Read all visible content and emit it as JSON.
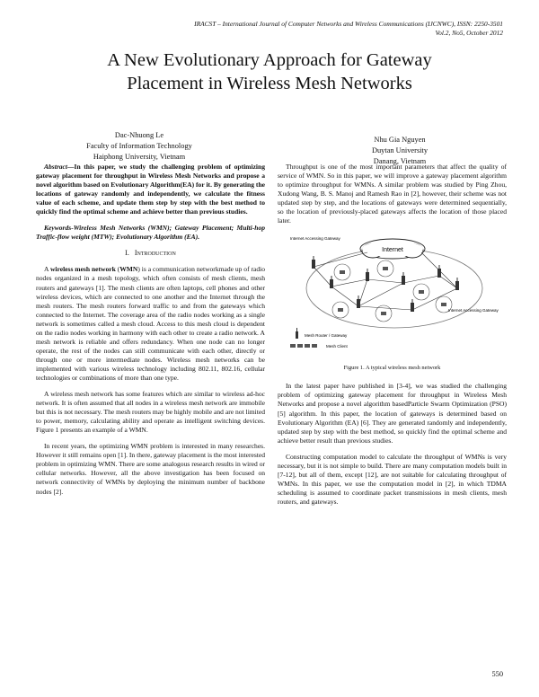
{
  "header": {
    "line1": "IRACST – International Journal of Computer Networks and Wireless Communications (IJCNWC), ISSN: 2250-3501",
    "line2": "Vol.2, No5, October 2012"
  },
  "title": {
    "line1": "A New Evolutionary Approach for Gateway",
    "line2": "Placement in Wireless Mesh Networks"
  },
  "authors": [
    {
      "name": "Dac-Nhuong Le",
      "affil1": "Faculty of Information Technology",
      "affil2": "Haiphong University, Vietnam"
    },
    {
      "name": "Nhu Gia Nguyen",
      "affil1": "Duytan University",
      "affil2": "Danang, Vietnam"
    }
  ],
  "abstract": {
    "label": "Abstract",
    "text": "—In this paper, we study the challenging problem of optimizing gateway placement for throughput in Wireless Mesh Networks and propose a novel algorithm based on Evolutionary Algorithm(EA) for it. By generating the locations of gateway randomly and independently, we calculate the fitness value of each scheme, and update them step by step with the best method to quickly find the optimal scheme and achieve better than previous studies."
  },
  "keywords": "Keywords-Wireless Mesh Networks (WMN); Gateway Placement; Multi-hop Traffic-flow weight (MTW); Evolutionary Algorithm (EA).",
  "section1": {
    "num": "I.",
    "title": "Introduction"
  },
  "intro_p1": {
    "lead": "A ",
    "bold": "wireless mesh network",
    "bold2": "WMN",
    "rest": " is a communication networkmade up of radio nodes organized in a mesh topology, which often consists of mesh clients, mesh routers and gateways [1]. The mesh clients are often laptops, cell phones and other wireless devices, which are connected to one another and the Internet through the mesh routers. The mesh routers forward traffic to and from the gateways which connected to the Internet. The coverage area of the radio nodes working as a single network is sometimes called a mesh cloud. Access to this mesh cloud is dependent on the radio nodes working in harmony with each other to create a radio network. A mesh network is reliable and offers redundancy. When one node can no longer operate, the rest of the nodes can still communicate with each other, directly or through one or more intermediate nodes. Wireless mesh networks can be implemented with various wireless technology including 802.11, 802.16, cellular technologies or combinations of more than one type."
  },
  "intro_p2": "A wireless mesh network has some features which are similar to wireless ad-hoc network. It is often assumed that all nodes in a wireless mesh network are immobile but this is not necessary. The mesh routers may be highly mobile and are not limited to power, memory, calculating ability and operate as intelligent switching devices. Figure 1 presents an example of a WMN.",
  "intro_p3": "In recent years, the optimizing WMN problem is interested in many researches. However it still remains open [1]. In there, gateway placement is the most interested problem in optimizing WMN. There are some analogous research results in wired or cellular networks. However, all the above investigation has been focused on network connectivity of WMNs by deploying the minimum number of backbone nodes [2].",
  "right_p1": "Throughput is one of the most important parameters that affect the quality of service of WMN. So in this paper, we will improve a gateway placement algorithm to optimize throughput for WMNs. A similar problem was studied by Ping Zhou, Xudong Wang, B. S. Manoj and Ramesh Rao in [2], however, their scheme was not updated step by step, and the locations of gateways were determined sequentially, so the location of previously-placed gateways affects the location of those placed later.",
  "figure": {
    "internet_label": "Internet",
    "gw_left_label": "Internet Accessing Gateway",
    "gw_right_label": "Internet Accessing Gateway",
    "legend_router": "Mesh Router / Gateway",
    "legend_client": "Mesh Client",
    "caption": "Figure 1.   A typical wireless mesh network"
  },
  "right_p2": "In the latest paper have published in [3-4], we was studied the challenging problem of optimizing gateway placement for throughput in Wireless Mesh Networks and propose a novel algorithm basedParticle Swarm Optimization (PSO) [5] algorithm. In this paper, the location of gateways is determined based on Evolutionary Algorithm (EA) [6]. They are generated randomly and independently, updated step by step with the best method, so quickly find the optimal scheme and achieve better result than previous studies.",
  "right_p3": "Constructing computation model to calculate the throughput of WMNs is very necessary, but it is not simple to build. There are many computation models built in [7-12], but all of them, except [12], are not suitable for calculating throughput of WMNs. In this paper, we use the computation model in [2], in which TDMA scheduling is assumed to coordinate packet transmissions in mesh clients, mesh routers, and gateways.",
  "page_number": "550"
}
